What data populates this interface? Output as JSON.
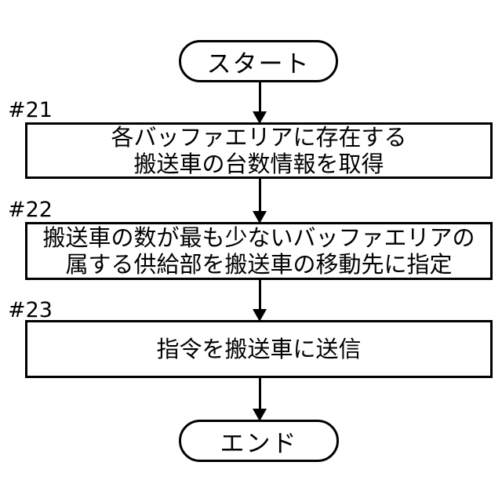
{
  "diagram": {
    "type": "flowchart",
    "start_label": "スタート",
    "end_label": "エンド",
    "steps": [
      {
        "id": "#21",
        "lines": [
          "各バッファエリアに存在する",
          "搬送車の台数情報を取得"
        ]
      },
      {
        "id": "#22",
        "lines": [
          "搬送車の数が最も少ないバッファエリアの",
          "属する供給部を搬送車の移動先に指定"
        ]
      },
      {
        "id": "#23",
        "lines": [
          "指令を搬送車に送信"
        ]
      }
    ],
    "colors": {
      "line": "#000000",
      "background": "#ffffff"
    }
  }
}
